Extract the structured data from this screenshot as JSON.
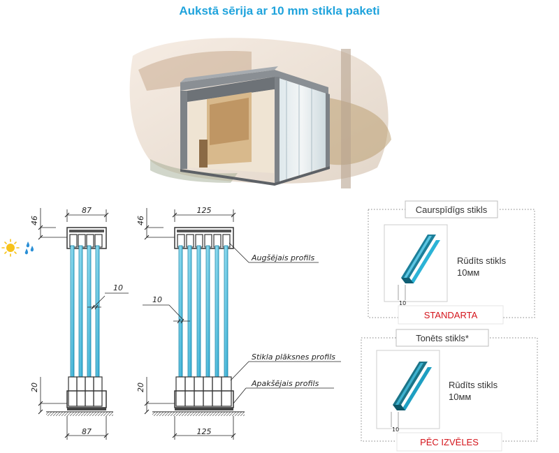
{
  "title": "Aukstā sērija ar 10 mm stikla paketi",
  "colors": {
    "title": "#1fa3dc",
    "glass": "#6fd0ee",
    "glass_dark": "#2fa9cf",
    "accent_red": "#d4141b",
    "profile": "#444444"
  },
  "drawings": [
    {
      "top_width": "87",
      "bottom_width": "87",
      "top_height": "46",
      "bottom_height": "20",
      "glass_thickness": "10",
      "panels": 4
    },
    {
      "top_width": "125",
      "bottom_width": "125",
      "top_height": "46",
      "bottom_height": "20",
      "glass_thickness": "10",
      "panels": 6
    }
  ],
  "labels": {
    "top_profile": "Augšējais profils",
    "glass_plate_profile": "Stikla plāksnes profils",
    "bottom_profile": "Apakšējais profils"
  },
  "weather_icons": [
    "sun-icon",
    "rain-drops-icon"
  ],
  "cards": [
    {
      "title": "Caurspīdīgs stikls",
      "desc_line1": "Rūdīts stikls",
      "desc_line2": "10мм",
      "thickness_mark": "10",
      "tag": "STANDARTA"
    },
    {
      "title": "Tonēts stikls*",
      "desc_line1": "Rūdīts stikls",
      "desc_line2": "10мм",
      "thickness_mark": "10",
      "tag": "PĒC IZVĒLES"
    }
  ]
}
